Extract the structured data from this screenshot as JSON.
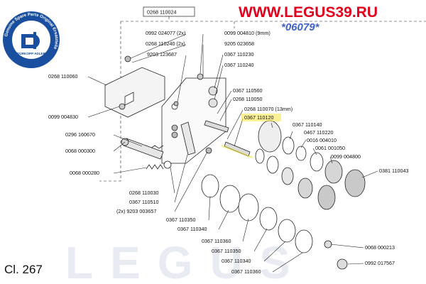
{
  "diagram": {
    "header_part": "0268 110024",
    "catalog_class": "Cl. 267",
    "watermark": {
      "site": "WWW.LEGUS39.RU",
      "code": "*06079*",
      "bottom": "LEGUS"
    },
    "logo": {
      "ring_text": "Genuine Spare Parts Original Ersatzteile",
      "brand": "DÜRKOPP ADLER"
    },
    "labels": {
      "p0992_024077": "0992 024077  (2x)",
      "p0268_110240": "0268 110240  (2x)",
      "p9203_123687": "9203 123687",
      "p0099_004810": "0099 004810  (9mm)",
      "p9205_023658": "9205 023658",
      "p0367_110230": "0367 110230",
      "p0367_110240": "0367 110240",
      "p0268_110060": "0268 110060",
      "p0367_110560": "0367 110560",
      "p0268_110050": "0268 110050",
      "p0099_004830": "0099 004830",
      "p0268_110070": "0268 110070  (13mm)",
      "p0367_110120": "0367 110120",
      "p0367_110140": "0367 110140",
      "p0296_160670": "0296 160670",
      "p0467_110220": "0467 110220",
      "p0016_004010": "0016 004010",
      "p0068_000300": "0068 000300",
      "p0061_001050": "0061 001050",
      "p0099_004800": "0099 004800",
      "p0068_000280": "0068 000280",
      "p0381_110043": "0381 110043",
      "p0268_110030": "0268 110030",
      "p0367_110510": "0367 110510",
      "p9203_003657": "(2x)  9203 003657",
      "p0367_110350a": "0367 110350",
      "p0367_110340a": "0367 110340",
      "p0367_110360a": "0367 110360",
      "p0367_110350b": "0367 110350",
      "p0068_000213": "0068 000213",
      "p0367_110340b": "0367 110340",
      "p0992_017567": "0992 017567",
      "p0367_110360b": "0367 110360"
    },
    "colors": {
      "watermark_red": "#e0001b",
      "watermark_blue": "#3e64c8",
      "logo_blue": "#1a4fa0",
      "highlight_yellow": "#f5e642"
    }
  }
}
